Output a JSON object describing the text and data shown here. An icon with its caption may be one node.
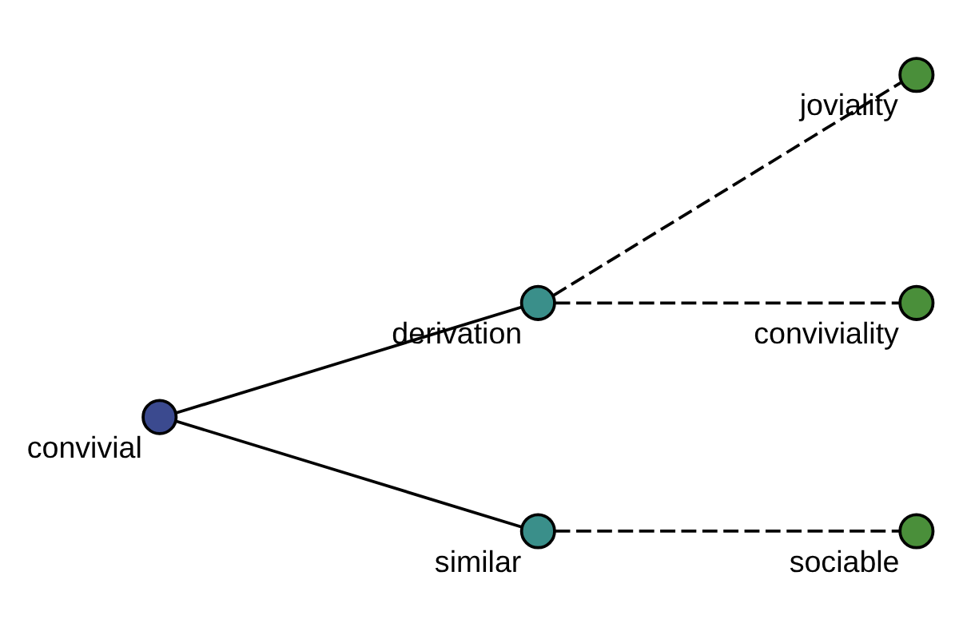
{
  "diagram": {
    "nodes": [
      {
        "text": [],
        "shape": "circle",
        "beside": [
          "convivial"
        ]
      },
      {
        "text": [],
        "shape": "circle",
        "beside": [
          "derivation"
        ]
      },
      {
        "text": [],
        "shape": "circle",
        "beside": [
          "similar"
        ]
      },
      {
        "text": [],
        "shape": "circle",
        "beside": [
          "joviality"
        ]
      },
      {
        "text": [],
        "shape": "circle",
        "beside": [
          "conviviality"
        ]
      },
      {
        "text": [],
        "shape": "circle",
        "beside": [
          "sociable"
        ]
      }
    ],
    "edges": [
      {
        "from": 0,
        "to": 1,
        "arrow": "none"
      },
      {
        "from": 0,
        "to": 2,
        "arrow": "none"
      },
      {
        "from": 1,
        "to": 3,
        "arrow": "none",
        "style": "dashed"
      },
      {
        "from": 1,
        "to": 4,
        "arrow": "none",
        "style": "dashed"
      },
      {
        "from": 2,
        "to": 5,
        "arrow": "none",
        "style": "dashed"
      }
    ]
  }
}
